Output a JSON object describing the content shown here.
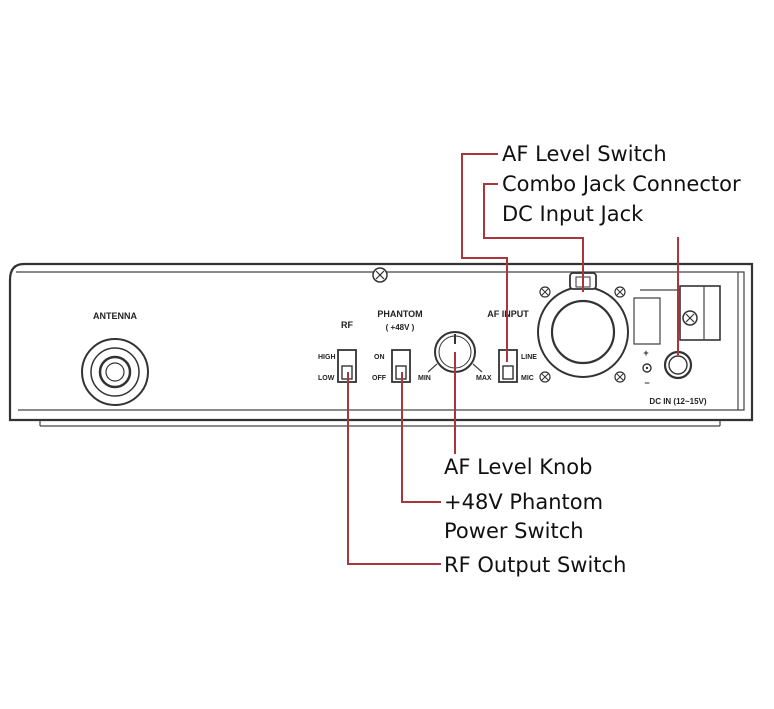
{
  "panel": {
    "antenna_label": "ANTENNA",
    "rf_label": "RF",
    "rf_high": "HIGH",
    "rf_low": "LOW",
    "phantom_label": "PHANTOM",
    "phantom_voltage": "( +48V )",
    "phantom_on": "ON",
    "phantom_off": "OFF",
    "knob_min": "MIN",
    "knob_max": "MAX",
    "af_input_label": "AF INPUT",
    "af_line": "LINE",
    "af_mic": "MIC",
    "dc_plus": "+",
    "dc_minus": "−",
    "dc_in_label": "DC IN (12~15V)"
  },
  "callouts": {
    "af_level_switch": "AF Level Switch",
    "combo_jack_connector": "Combo Jack Connector",
    "dc_input_jack": "DC Input Jack",
    "af_level_knob": "AF Level Knob",
    "phantom_line1": "+48V Phantom",
    "phantom_line2": "Power Switch",
    "rf_output_switch": "RF Output Switch"
  },
  "colors": {
    "leader_line": "#a9363b",
    "outline": "#333333",
    "text": "#111111"
  }
}
